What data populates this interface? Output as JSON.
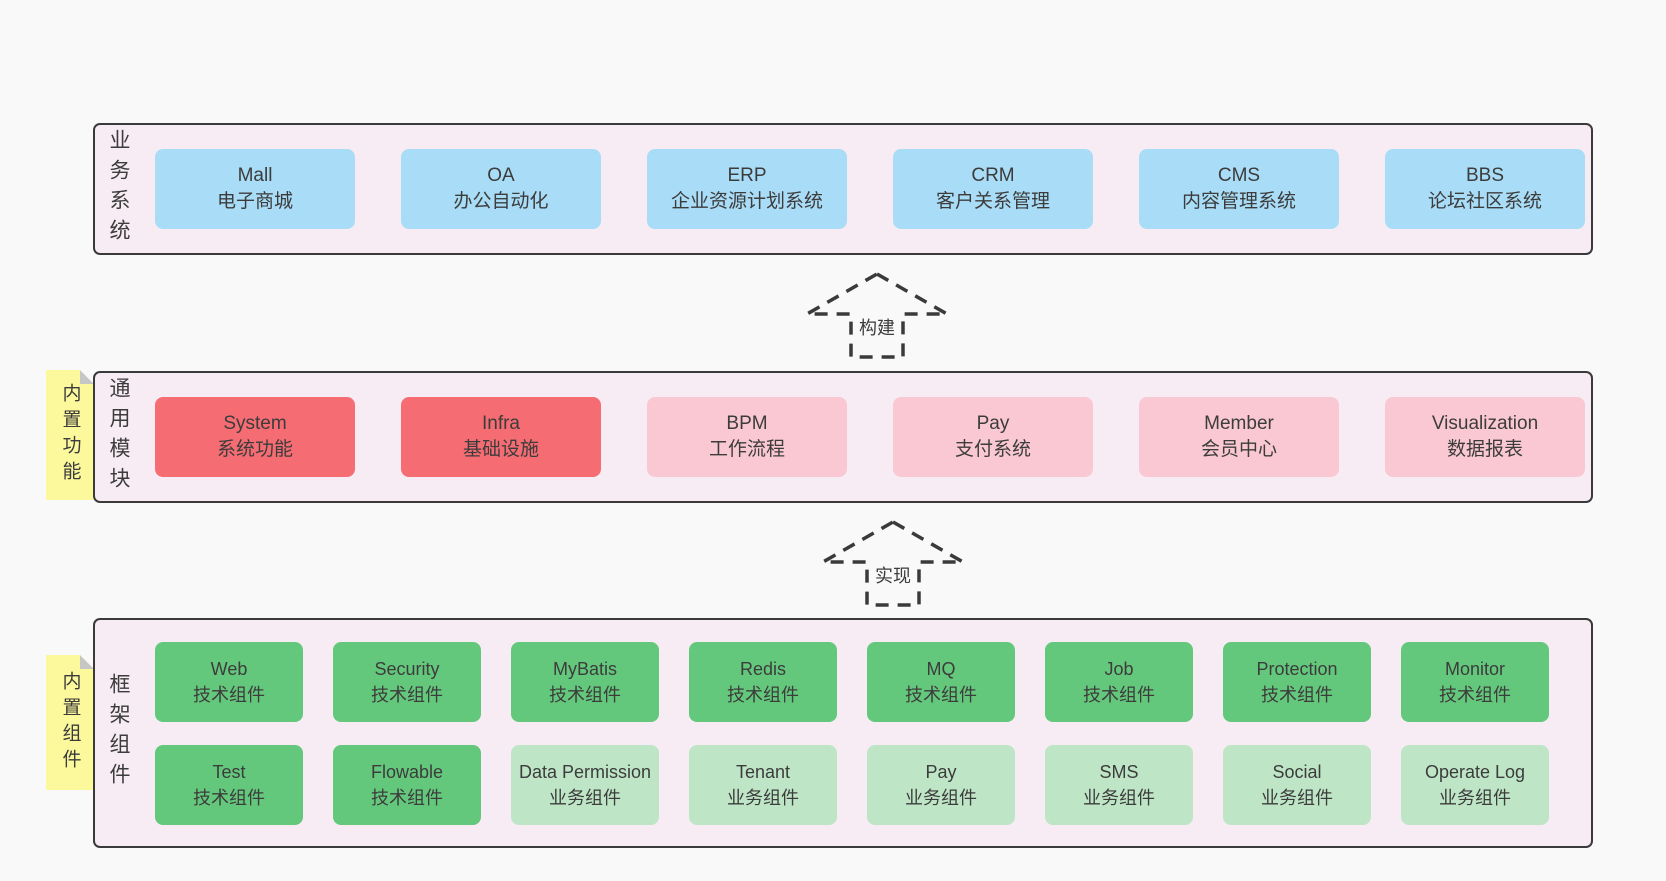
{
  "diagram": {
    "layers": [
      {
        "label": "业务系统",
        "note": null,
        "rows": [
          {
            "boxes": [
              {
                "en": "Mall",
                "zh": "电子商城",
                "variant": "blue"
              },
              {
                "en": "OA",
                "zh": "办公自动化",
                "variant": "blue"
              },
              {
                "en": "ERP",
                "zh": "企业资源计划系统",
                "variant": "blue"
              },
              {
                "en": "CRM",
                "zh": "客户关系管理",
                "variant": "blue"
              },
              {
                "en": "CMS",
                "zh": "内容管理系统",
                "variant": "blue"
              },
              {
                "en": "BBS",
                "zh": "论坛社区系统",
                "variant": "blue"
              }
            ]
          }
        ]
      },
      {
        "label": "通用模块",
        "note": "内置功能",
        "rows": [
          {
            "boxes": [
              {
                "en": "System",
                "zh": "系统功能",
                "variant": "red"
              },
              {
                "en": "Infra",
                "zh": "基础设施",
                "variant": "red"
              },
              {
                "en": "BPM",
                "zh": "工作流程",
                "variant": "pink"
              },
              {
                "en": "Pay",
                "zh": "支付系统",
                "variant": "pink"
              },
              {
                "en": "Member",
                "zh": "会员中心",
                "variant": "pink"
              },
              {
                "en": "Visualization",
                "zh": "数据报表",
                "variant": "pink"
              }
            ]
          }
        ]
      },
      {
        "label": "框架组件",
        "note": "内置组件",
        "rows": [
          {
            "boxes": [
              {
                "en": "Web",
                "zh": "技术组件",
                "variant": "green"
              },
              {
                "en": "Security",
                "zh": "技术组件",
                "variant": "green"
              },
              {
                "en": "MyBatis",
                "zh": "技术组件",
                "variant": "green"
              },
              {
                "en": "Redis",
                "zh": "技术组件",
                "variant": "green"
              },
              {
                "en": "MQ",
                "zh": "技术组件",
                "variant": "green"
              },
              {
                "en": "Job",
                "zh": "技术组件",
                "variant": "green"
              },
              {
                "en": "Protection",
                "zh": "技术组件",
                "variant": "green"
              },
              {
                "en": "Monitor",
                "zh": "技术组件",
                "variant": "green"
              }
            ]
          },
          {
            "boxes": [
              {
                "en": "Test",
                "zh": "技术组件",
                "variant": "green"
              },
              {
                "en": "Flowable",
                "zh": "技术组件",
                "variant": "green"
              },
              {
                "en": "Data Permission",
                "zh": "业务组件",
                "variant": "green-light"
              },
              {
                "en": "Tenant",
                "zh": "业务组件",
                "variant": "green-light"
              },
              {
                "en": "Pay",
                "zh": "业务组件",
                "variant": "green-light"
              },
              {
                "en": "SMS",
                "zh": "业务组件",
                "variant": "green-light"
              },
              {
                "en": "Social",
                "zh": "业务组件",
                "variant": "green-light"
              },
              {
                "en": "Operate Log",
                "zh": "业务组件",
                "variant": "green-light"
              }
            ]
          }
        ]
      }
    ],
    "arrows": [
      {
        "label": "构建"
      },
      {
        "label": "实现"
      }
    ],
    "colors": {
      "blue": "#a9dcf6",
      "red": "#f66c73",
      "pink": "#fac8d2",
      "green": "#64c87c",
      "green_light": "#bee6c6",
      "panel_bg": "#f7ecf4",
      "note_bg": "#fcf99c",
      "page_bg": "#f9f9f9",
      "border": "#3a3a3a",
      "fold": "#c6c6c6",
      "text": "#3c3c3c"
    }
  }
}
